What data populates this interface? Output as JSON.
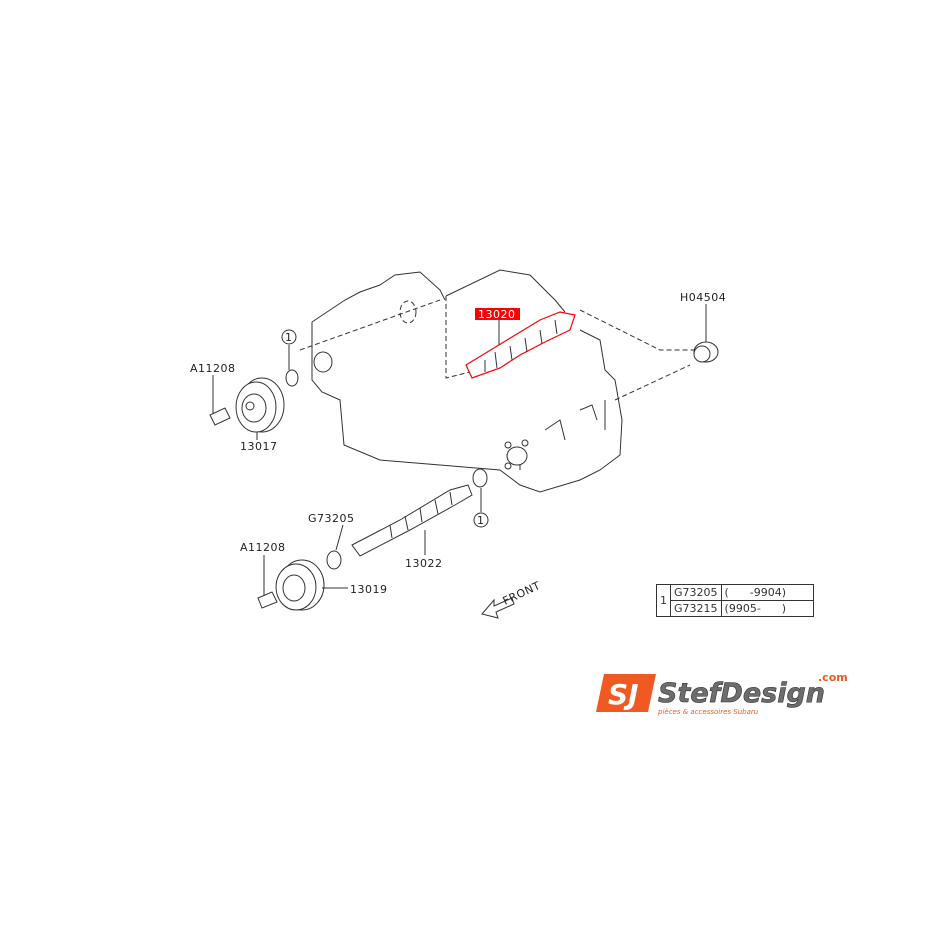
{
  "diagram": {
    "labels": {
      "bolt_upper": "A11208",
      "pulley_upper": "13017",
      "plug": "H04504",
      "camshaft_highlighted": "13020",
      "seal_lower": "G73205",
      "camshaft_lower": "13022",
      "bolt_lower": "A11208",
      "pulley_lower": "13019",
      "ref_marker": "1",
      "front": "FRONT"
    },
    "highlight_color": "#ff0000"
  },
  "legend": {
    "marker": "1",
    "rows": [
      {
        "part": "G73205",
        "range": "(      -9904)"
      },
      {
        "part": "G73215",
        "range": "(9905-      )"
      }
    ]
  },
  "logo": {
    "brand": "StefDesign",
    "domain": ".com",
    "tagline": "pièces & accessoires Subaru",
    "colors": {
      "orange": "#f05a22",
      "gray": "#6d6d6d"
    }
  }
}
